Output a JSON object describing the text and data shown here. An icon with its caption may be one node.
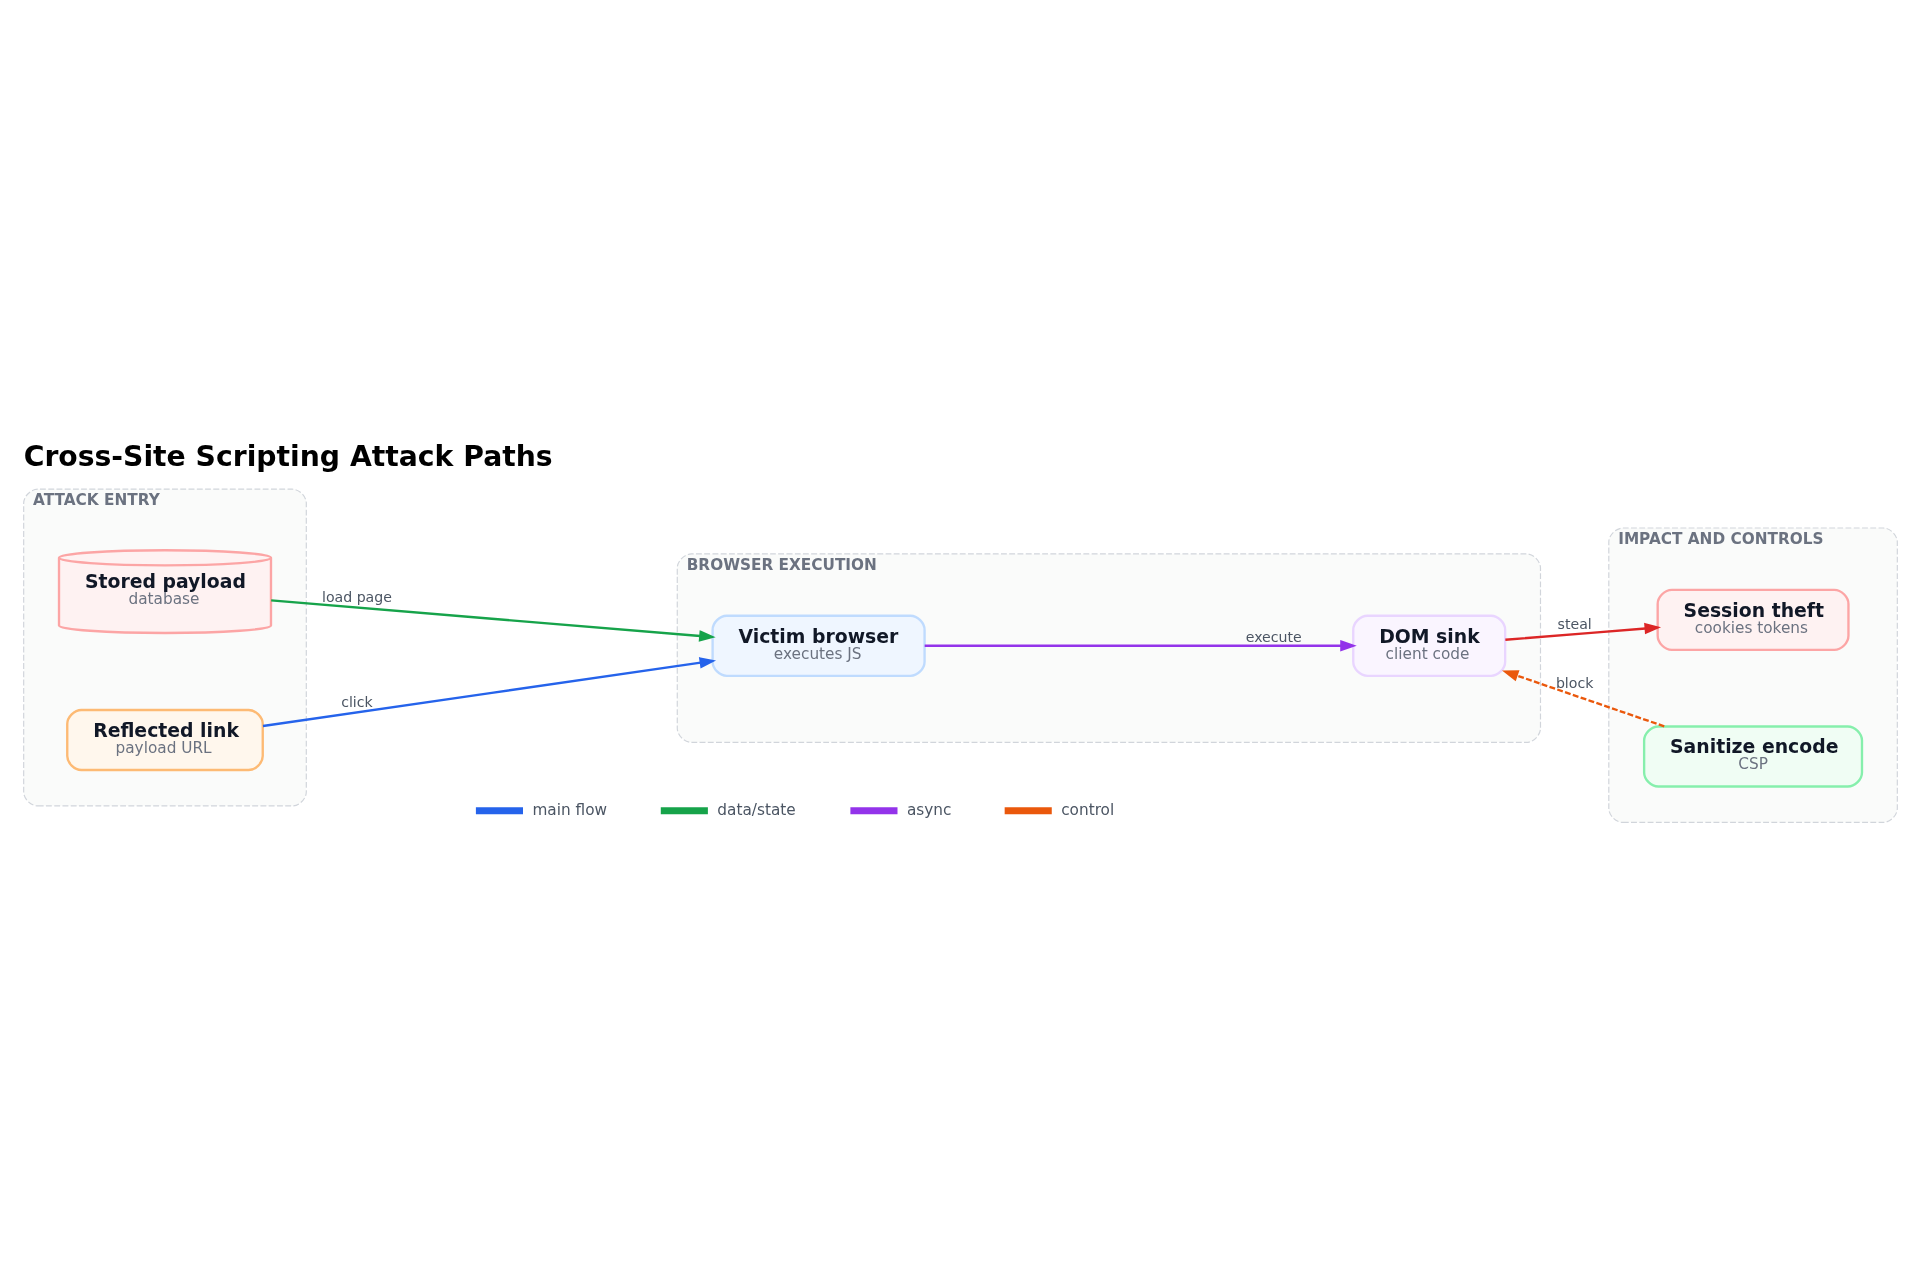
{
  "diagram": {
    "title": "Cross-Site Scripting Attack Paths",
    "nodes": [
      {
        "text": [
          "ATTACK ENTRY"
        ]
      },
      {
        "text": [
          "Reflected link",
          "payload URL"
        ],
        "in": 0
      },
      {
        "text": [
          "Stored payload",
          "database"
        ],
        "in": 0
      },
      {
        "text": [
          "BROWSER EXECUTION"
        ]
      },
      {
        "text": [
          "Victim browser",
          "executes JS"
        ],
        "in": 3
      },
      {
        "text": [
          "DOM sink",
          "client code"
        ],
        "in": 3
      },
      {
        "text": [
          "IMPACT AND CONTROLS"
        ]
      },
      {
        "text": [
          "Session theft",
          "cookies tokens"
        ],
        "in": 6
      },
      {
        "text": [
          "Sanitize encode",
          "CSP"
        ],
        "in": 6
      }
    ],
    "edges": [
      {
        "from": 1,
        "to": 4,
        "arrow": "to",
        "label": "click",
        "color": "#2563eb"
      },
      {
        "from": 2,
        "to": 4,
        "arrow": "to",
        "label": "load page",
        "color": "#16a34a"
      },
      {
        "from": 4,
        "to": 5,
        "arrow": "to",
        "label": "execute",
        "color": "#9333ea"
      },
      {
        "from": 5,
        "to": 7,
        "arrow": "to",
        "label": "steal",
        "color": "#dc2626"
      },
      {
        "from": 8,
        "to": 5,
        "arrow": "to",
        "label": "block",
        "style": "dashed",
        "color": "#ea580c"
      }
    ],
    "legend": [
      {
        "text": "main flow",
        "color": "#2563eb"
      },
      {
        "text": "data/state",
        "color": "#16a34a"
      },
      {
        "text": "async",
        "color": "#9333ea"
      },
      {
        "text": "control",
        "color": "#ea580c"
      }
    ]
  }
}
